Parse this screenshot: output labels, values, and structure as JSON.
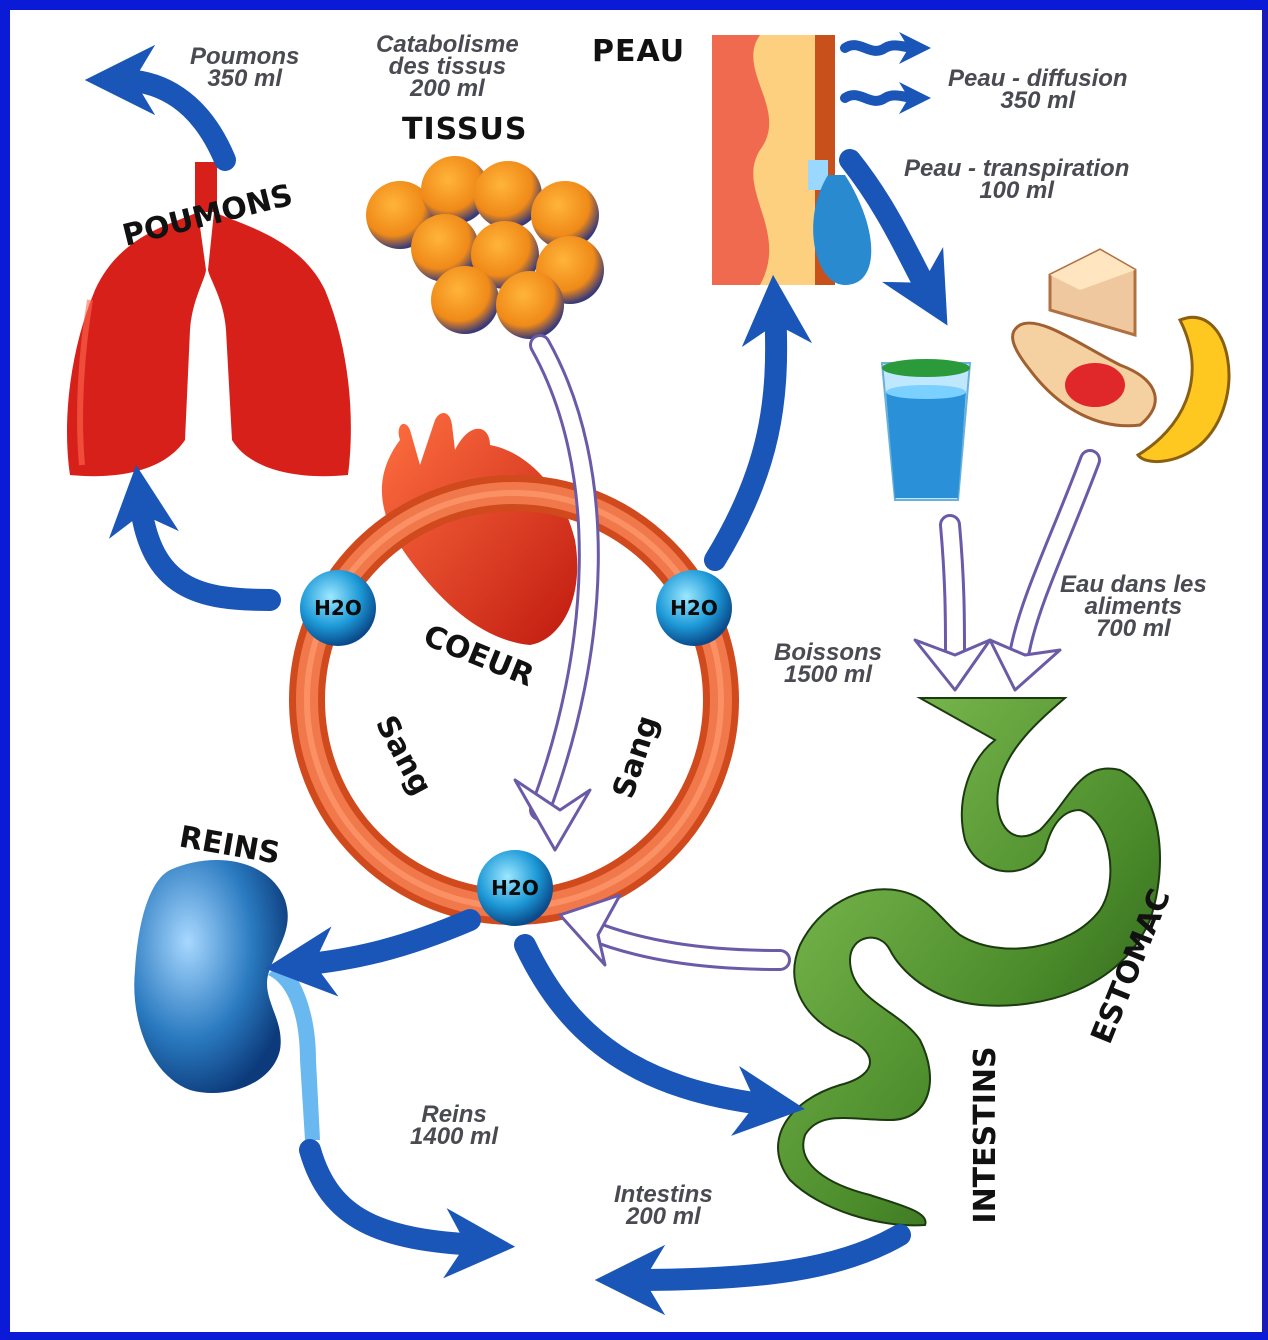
{
  "colors": {
    "frame_blue": "#0a1ad6",
    "flow_arrow_blue": "#1a55b8",
    "outline_arrow_violet": "#6a5aa8",
    "lungs_red": "#d8201a",
    "blood_ring": "#e0602a",
    "stomach_green": "#4a8a2a",
    "kidney_blue": "#2a7ac0",
    "tissue_orange": "#f0a030"
  },
  "organs": {
    "poumons": "POUMONS",
    "tissus": "TISSUS",
    "peau": "PEAU",
    "coeur": "COEUR",
    "reins": "REINS",
    "estomac": "ESTOMAC",
    "intestins": "INTESTINS"
  },
  "blood": {
    "left": "Sang",
    "right": "Sang"
  },
  "nodes": {
    "left": "H2O",
    "right": "H2O",
    "bottom": "H2O"
  },
  "captions": {
    "poumons": {
      "line1": "Poumons",
      "line2": "350 ml"
    },
    "catabolisme": {
      "line1": "Catabolisme",
      "line2": "des tissus",
      "line3": "200 ml"
    },
    "peau_diffusion": {
      "line1": "Peau - diffusion",
      "line2": "350 ml"
    },
    "peau_transpiration": {
      "line1": "Peau - transpiration",
      "line2": "100 ml"
    },
    "aliments": {
      "line1": "Eau dans les",
      "line2": "aliments",
      "line3": "700 ml"
    },
    "boissons": {
      "line1": "Boissons",
      "line2": "1500 ml"
    },
    "reins": {
      "line1": "Reins",
      "line2": "1400 ml"
    },
    "intestins": {
      "line1": "Intestins",
      "line2": "200 ml"
    }
  },
  "icons": [
    "lungs-icon",
    "tissue-cells-icon",
    "skin-section-icon",
    "heart-icon",
    "water-glass-icon",
    "food-icon",
    "stomach-intestines-icon",
    "kidney-icon"
  ]
}
